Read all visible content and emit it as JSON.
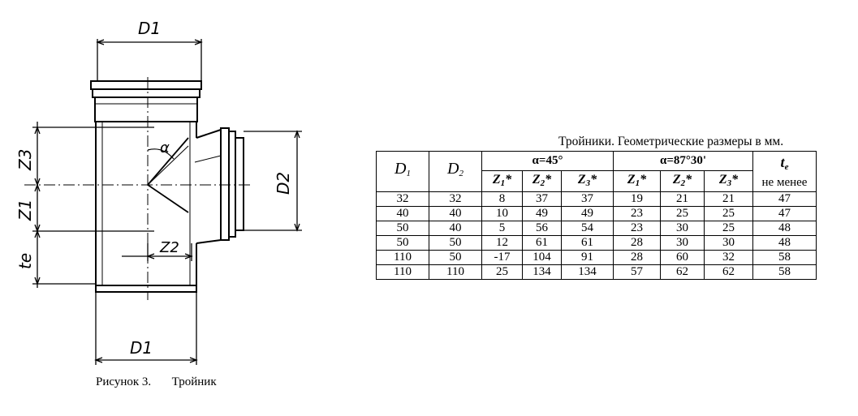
{
  "figure": {
    "caption_label": "Рисунок 3.",
    "caption_name": "Тройник",
    "labels": {
      "d1_top": "D1",
      "d1_bottom": "D1",
      "d2": "D2",
      "z1": "Z1",
      "z2": "Z2",
      "z3": "Z3",
      "te": "te",
      "alpha": "α"
    }
  },
  "table": {
    "title": "Тройники. Геометрические размеры в мм.",
    "headers": {
      "d1": "D",
      "d1_sub": "1",
      "d2": "D",
      "d2_sub": "2",
      "group1": "α=45°",
      "group2": "α=87°30'",
      "te": "t",
      "te_sub": "e",
      "te_note": "не менее",
      "z1": "Z",
      "z1_sub": "1",
      "z2": "Z",
      "z2_sub": "2",
      "z3": "Z",
      "z3_sub": "3",
      "star": "*"
    },
    "rows": [
      [
        "32",
        "32",
        "8",
        "37",
        "37",
        "19",
        "21",
        "21",
        "47"
      ],
      [
        "40",
        "40",
        "10",
        "49",
        "49",
        "23",
        "25",
        "25",
        "47"
      ],
      [
        "50",
        "40",
        "5",
        "56",
        "54",
        "23",
        "30",
        "25",
        "48"
      ],
      [
        "50",
        "50",
        "12",
        "61",
        "61",
        "28",
        "30",
        "30",
        "48"
      ],
      [
        "110",
        "50",
        "-17",
        "104",
        "91",
        "28",
        "60",
        "32",
        "58"
      ],
      [
        "110",
        "110",
        "25",
        "134",
        "134",
        "57",
        "62",
        "62",
        "58"
      ]
    ]
  }
}
